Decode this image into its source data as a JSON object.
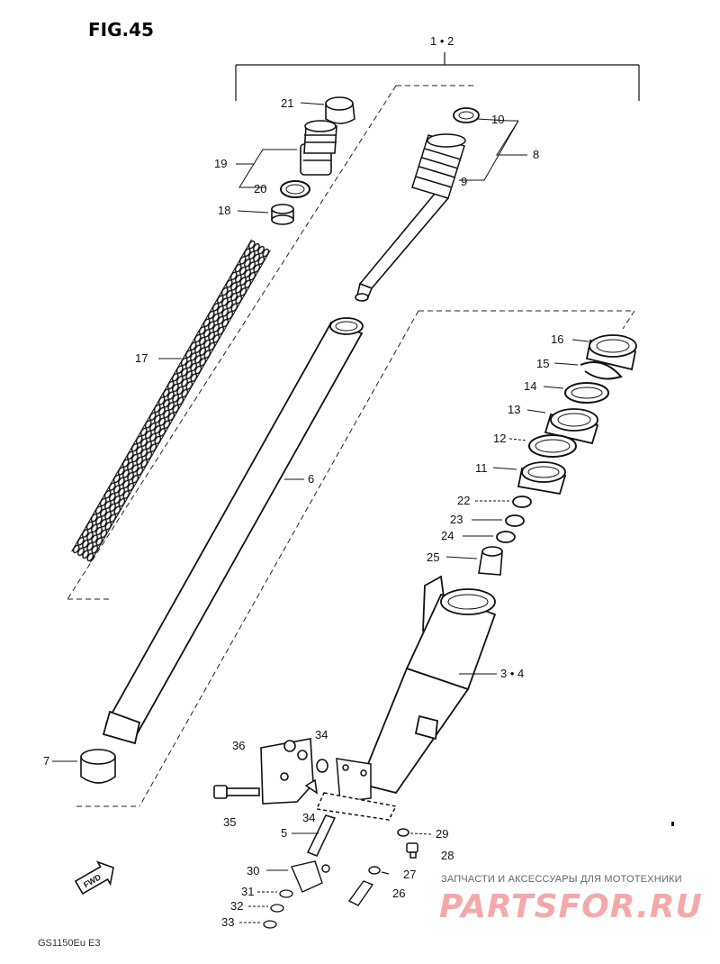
{
  "figure": {
    "title": "FIG.45",
    "footer_code": "GS1150Eu E3"
  },
  "watermark": {
    "caption": "ЗАПЧАСТИ И АКСЕССУАРЫ ДЛЯ МОТОТЕХНИКИ",
    "logo": "PARTSFOR.RU"
  },
  "parts": {
    "p1_2": "1 • 2",
    "p3_4": "3 • 4",
    "p5": "5",
    "p6": "6",
    "p7": "7",
    "p8": "8",
    "p9": "9",
    "p10": "10",
    "p11": "11",
    "p12": "12",
    "p13": "13",
    "p14": "14",
    "p15": "15",
    "p16": "16",
    "p17": "17",
    "p18": "18",
    "p19": "19",
    "p20": "20",
    "p21": "21",
    "p22": "22",
    "p23": "23",
    "p24": "24",
    "p25": "25",
    "p26": "26",
    "p27": "27",
    "p28": "28",
    "p29": "29",
    "p30": "30",
    "p31": "31",
    "p32": "32",
    "p33": "33",
    "p34a": "34",
    "p34b": "34",
    "p35": "35",
    "p36": "36"
  },
  "icons": {
    "fwd_arrow": "fwd-arrow-icon"
  }
}
